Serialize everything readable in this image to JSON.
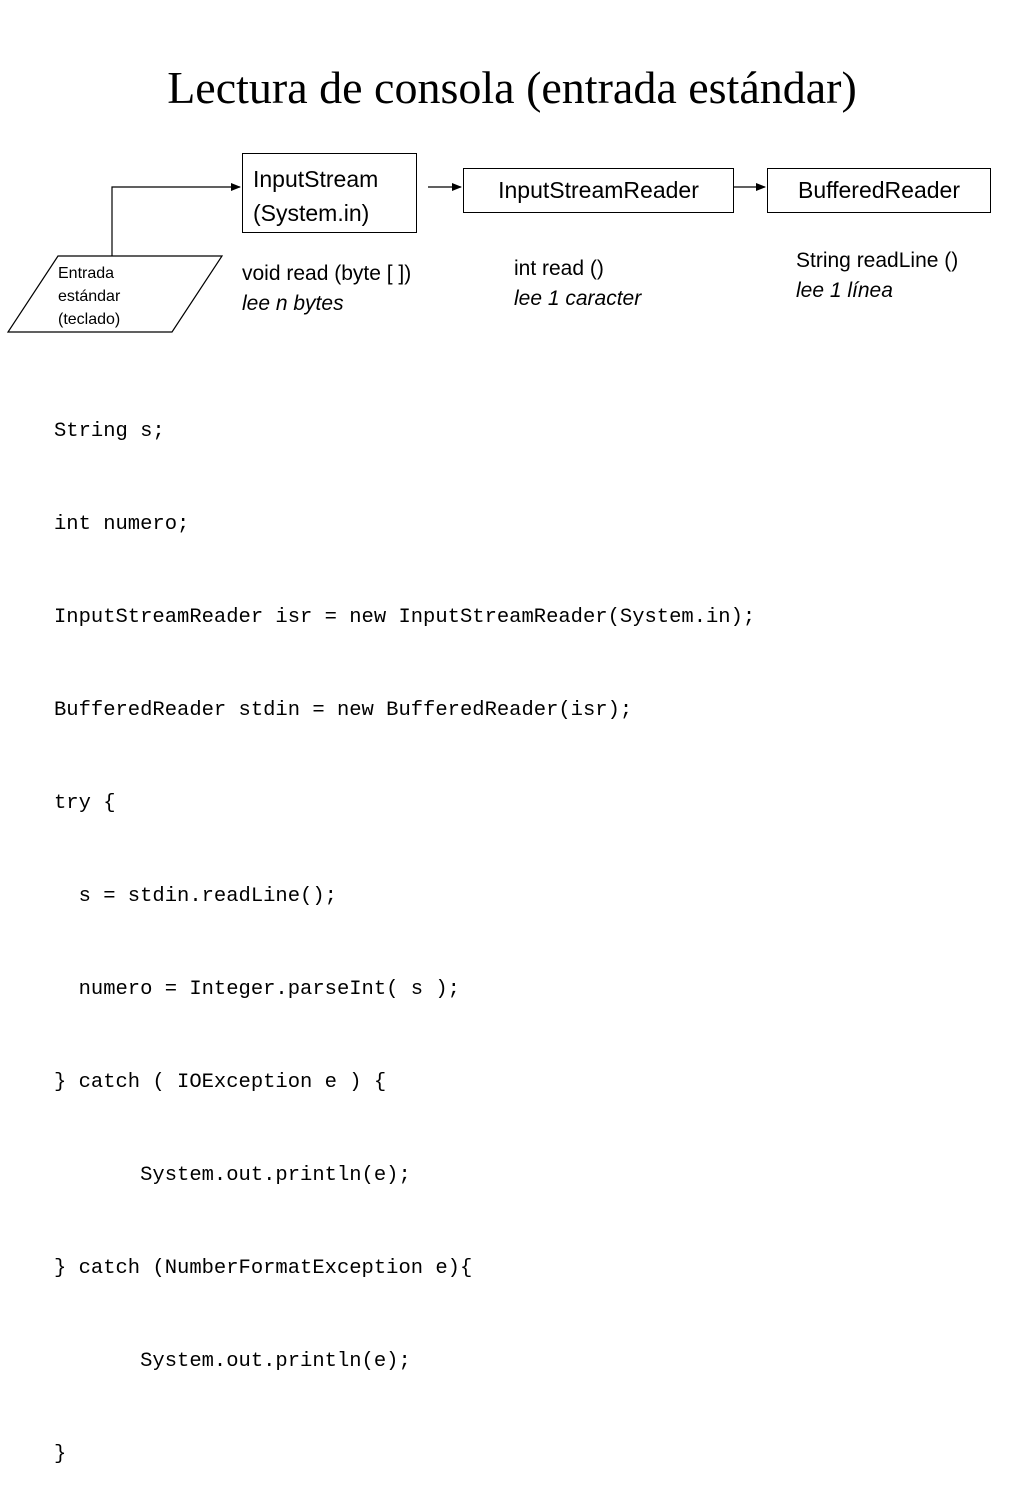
{
  "slide": {
    "title": "Lectura de consola (entrada estándar)"
  },
  "diagram": {
    "input_label_lines": [
      "Entrada",
      "estándar",
      "(teclado)"
    ],
    "boxes": [
      {
        "lines": [
          "InputStream",
          "(System.in)"
        ]
      },
      {
        "lines": [
          "InputStreamReader"
        ]
      },
      {
        "lines": [
          "BufferedReader"
        ]
      }
    ],
    "notes": [
      {
        "method": "void read (byte [ ])",
        "description": "lee n bytes"
      },
      {
        "method": "int read ()",
        "description": "lee 1 caracter"
      },
      {
        "method": "String readLine ()",
        "description": "lee 1 línea"
      }
    ]
  },
  "code": {
    "lines": [
      "String s;",
      "int numero;",
      "InputStreamReader isr = new InputStreamReader(System.in);",
      "BufferedReader stdin = new BufferedReader(isr);",
      "try {",
      "  s = stdin.readLine();",
      "  numero = Integer.parseInt( s );",
      "} catch ( IOException e ) {",
      "       System.out.println(e);",
      "} catch (NumberFormatException e){",
      "       System.out.println(e);",
      "}"
    ]
  }
}
